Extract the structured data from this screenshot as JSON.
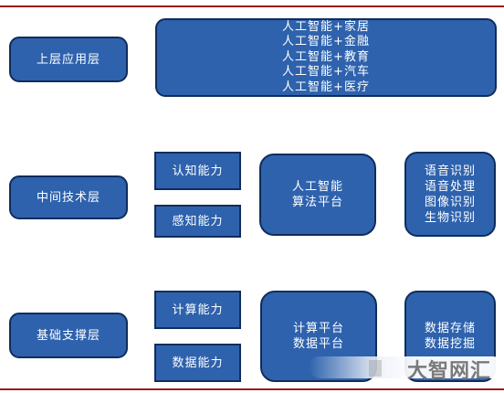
{
  "layers": {
    "application": "上层应用层",
    "technology": "中间技术层",
    "infrastructure": "基础支撑层"
  },
  "application_items": [
    "人工智能+家居",
    "人工智能+金融",
    "人工智能+教育",
    "人工智能+汽车",
    "人工智能+医疗"
  ],
  "technology": {
    "capabilities": [
      "认知能力",
      "感知能力"
    ],
    "platform": [
      "人工智能",
      "算法平台"
    ],
    "recognition": [
      "语音识别",
      "语音处理",
      "图像识别",
      "生物识别"
    ]
  },
  "infrastructure": {
    "capabilities": [
      "计算能力",
      "数据能力"
    ],
    "platform": [
      "计算平台",
      "数据平台"
    ],
    "data": [
      "数据存储",
      "数据挖掘"
    ]
  },
  "watermark": "大智网汇",
  "colors": {
    "box_fill": "#2e62ad",
    "box_border": "#0f2d5c",
    "rule": "#9b1c1c"
  }
}
